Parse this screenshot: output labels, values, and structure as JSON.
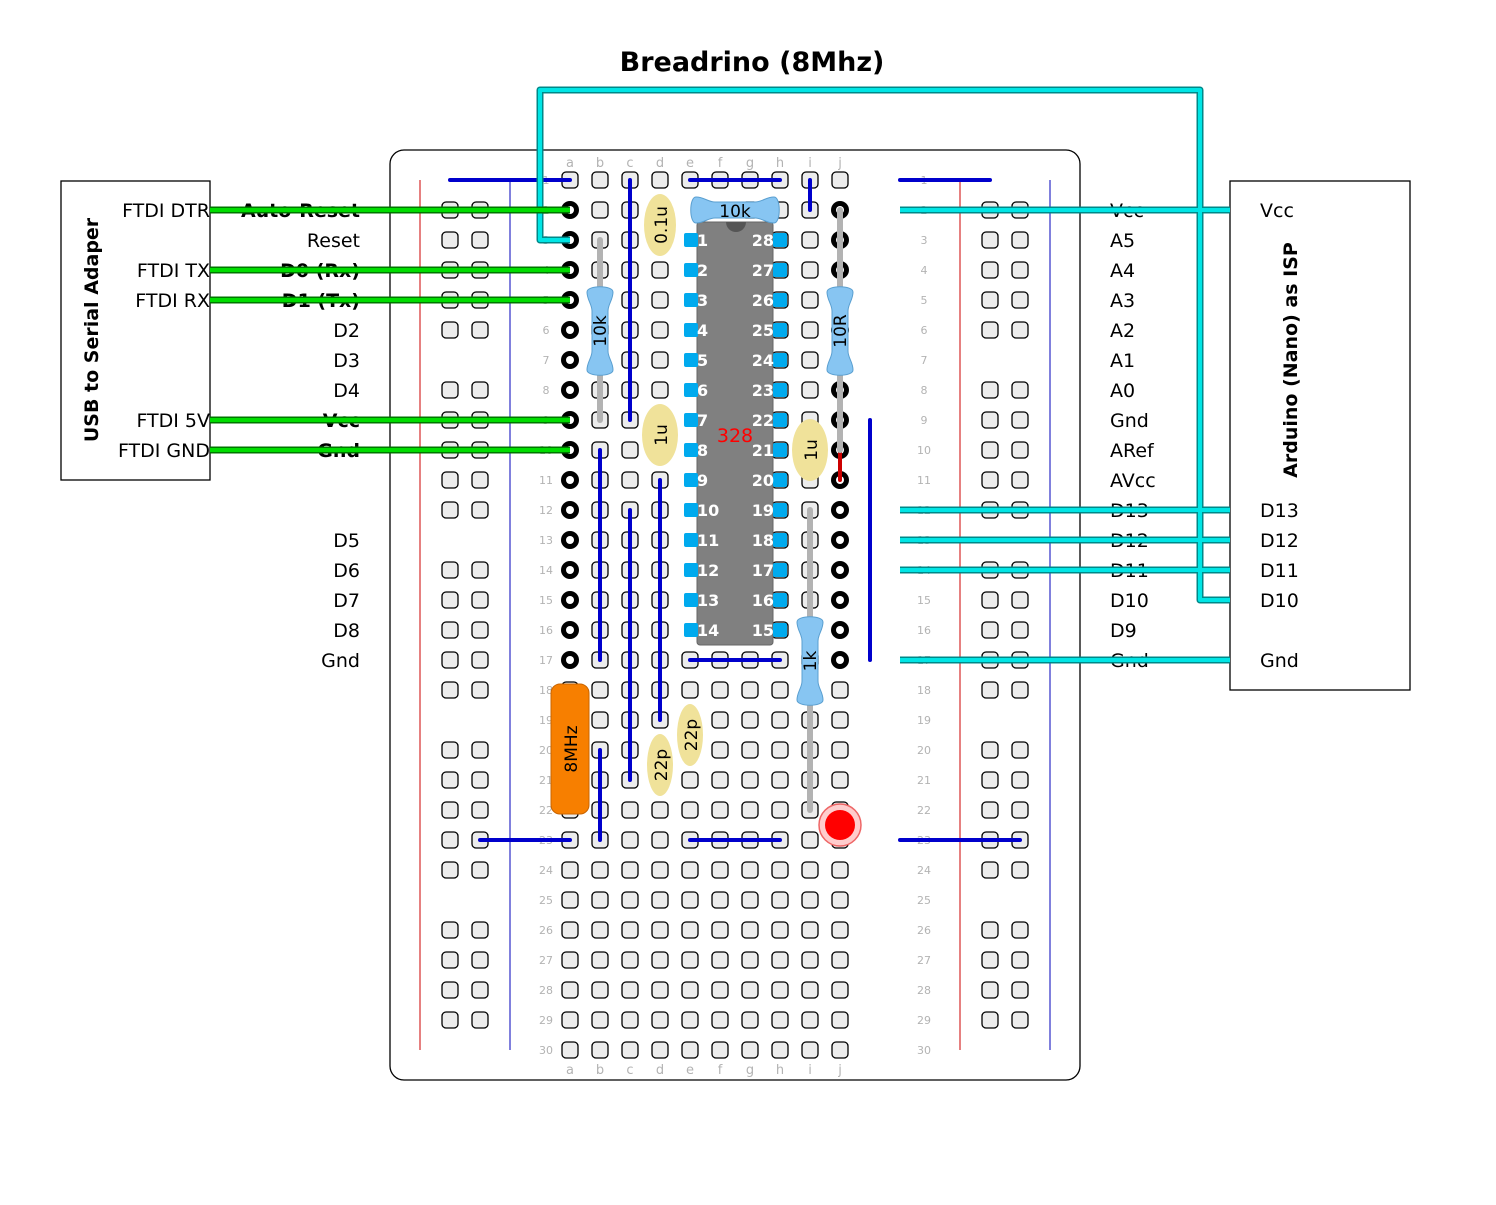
{
  "title": "Breadrino (8Mhz)",
  "ftdi": {
    "label": "USB to Serial Adaper",
    "pins": [
      {
        "name": "FTDI DTR",
        "row": 2
      },
      {
        "name": "FTDI TX",
        "row": 4
      },
      {
        "name": "FTDI RX",
        "row": 5
      },
      {
        "name": "FTDI 5V",
        "row": 9
      },
      {
        "name": "FTDI GND",
        "row": 10
      }
    ]
  },
  "isp": {
    "label": "Arduino (Nano) as ISP",
    "pins": [
      {
        "name": "Vcc",
        "row": 2
      },
      {
        "name": "D13",
        "row": 12
      },
      {
        "name": "D12",
        "row": 13
      },
      {
        "name": "D11",
        "row": 14
      },
      {
        "name": "D10",
        "row": 15
      },
      {
        "name": "Gnd",
        "row": 17
      }
    ]
  },
  "left_labels": [
    {
      "text": "Auto-Reset",
      "row": 2,
      "bold": true
    },
    {
      "text": "Reset",
      "row": 3,
      "bold": false
    },
    {
      "text": "D0 (Rx)",
      "row": 4,
      "bold": true
    },
    {
      "text": "D1 (Tx)",
      "row": 5,
      "bold": true
    },
    {
      "text": "D2",
      "row": 6,
      "bold": false
    },
    {
      "text": "D3",
      "row": 7,
      "bold": false
    },
    {
      "text": "D4",
      "row": 8,
      "bold": false
    },
    {
      "text": "Vcc",
      "row": 9,
      "bold": true
    },
    {
      "text": "Gnd",
      "row": 10,
      "bold": true
    },
    {
      "text": "D5",
      "row": 13,
      "bold": false
    },
    {
      "text": "D6",
      "row": 14,
      "bold": false
    },
    {
      "text": "D7",
      "row": 15,
      "bold": false
    },
    {
      "text": "D8",
      "row": 16,
      "bold": false
    },
    {
      "text": "Gnd",
      "row": 17,
      "bold": false
    }
  ],
  "right_labels": [
    {
      "text": "Vcc",
      "row": 2
    },
    {
      "text": "A5",
      "row": 3
    },
    {
      "text": "A4",
      "row": 4
    },
    {
      "text": "A3",
      "row": 5
    },
    {
      "text": "A2",
      "row": 6
    },
    {
      "text": "A1",
      "row": 7
    },
    {
      "text": "A0",
      "row": 8
    },
    {
      "text": "Gnd",
      "row": 9
    },
    {
      "text": "ARef",
      "row": 10
    },
    {
      "text": "AVcc",
      "row": 11
    },
    {
      "text": "D13",
      "row": 12
    },
    {
      "text": "D12",
      "row": 13
    },
    {
      "text": "D11",
      "row": 14
    },
    {
      "text": "D10",
      "row": 15
    },
    {
      "text": "D9",
      "row": 16
    },
    {
      "text": "Gnd",
      "row": 17
    }
  ],
  "breadboard": {
    "columns": [
      "a",
      "b",
      "c",
      "d",
      "e",
      "f",
      "g",
      "h",
      "i",
      "j"
    ],
    "row_count": 30
  },
  "chip": {
    "label": "328",
    "left_pins": [
      "1",
      "2",
      "3",
      "4",
      "5",
      "6",
      "7",
      "8",
      "9",
      "10",
      "11",
      "12",
      "13",
      "14"
    ],
    "right_pins": [
      "28",
      "27",
      "26",
      "25",
      "24",
      "23",
      "22",
      "21",
      "20",
      "19",
      "18",
      "17",
      "16",
      "15"
    ]
  },
  "components": {
    "resistor_top": "10k",
    "resistor_reset": "10k",
    "resistor_10r": "10R",
    "resistor_1k": "1k",
    "cap_01u": "0.1u",
    "cap_1u_left": "1u",
    "cap_1u_right": "1u",
    "cap_22p_a": "22p",
    "cap_22p_b": "22p",
    "crystal": "8MHz"
  },
  "colors": {
    "ftdi_wire": "#00dd00",
    "isp_wire": "#00e5e5",
    "jumper": "#0000cc",
    "resistor": "#87c5f2",
    "capacitor": "#f0e29a",
    "crystal": "#f77f00",
    "chip": "#808080",
    "chip_pin": "#00aaee",
    "led": "#ff0000",
    "rail_red": "#cc0000",
    "rail_blue": "#0000bb"
  }
}
